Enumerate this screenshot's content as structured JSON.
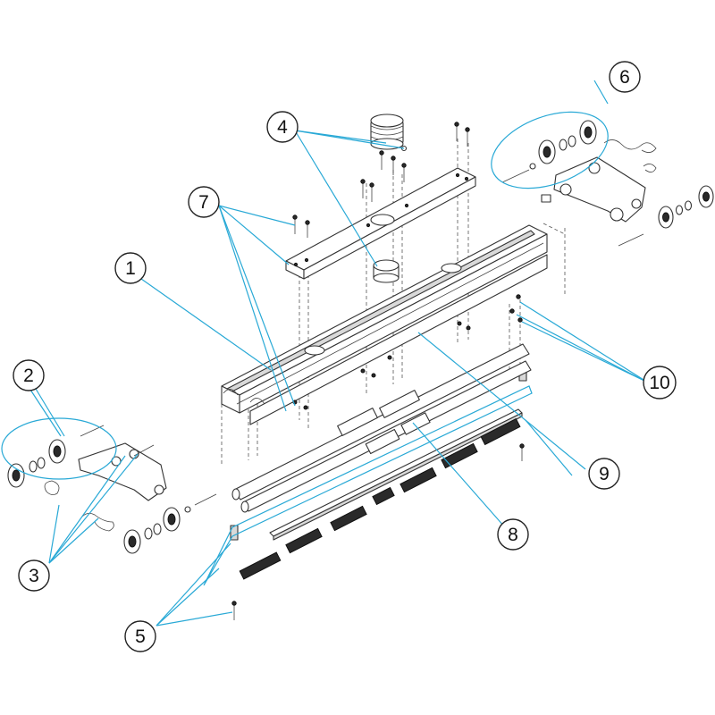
{
  "callouts": [
    {
      "id": "1",
      "label": "1"
    },
    {
      "id": "2",
      "label": "2"
    },
    {
      "id": "3",
      "label": "3"
    },
    {
      "id": "4",
      "label": "4"
    },
    {
      "id": "5",
      "label": "5"
    },
    {
      "id": "6",
      "label": "6"
    },
    {
      "id": "7",
      "label": "7"
    },
    {
      "id": "8",
      "label": "8"
    },
    {
      "id": "9",
      "label": "9"
    },
    {
      "id": "10",
      "label": "10"
    }
  ],
  "colors": {
    "leader": "#29a9d6",
    "outline": "#333333",
    "background": "#ffffff"
  }
}
